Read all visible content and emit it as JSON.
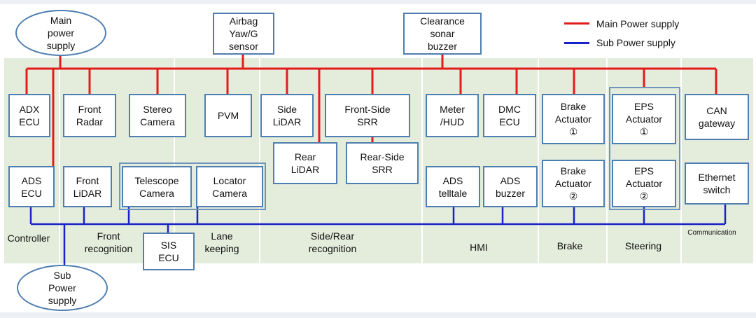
{
  "colors": {
    "main_power": "#e31b1b",
    "sub_power": "#1a22c8",
    "group_fill": "#e4ecdb",
    "box_border": "#4f7fb0"
  },
  "legend": {
    "main": "Main Power supply",
    "sub": "Sub Power supply"
  },
  "sources": {
    "main_power": "Main\npower\nsupply",
    "sub_power": "Sub\nPower\nsupply"
  },
  "groups": {
    "controller": "Controller",
    "front": "Front\nrecognition",
    "lane": "Lane\nkeeping",
    "side_rear": "Side/Rear\nrecognition",
    "hmi": "HMI",
    "brake": "Brake",
    "steering": "Steering",
    "communication": "Communication"
  },
  "components": {
    "airbag": "Airbag\nYaw/G\nsensor",
    "clearance": "Clearance\nsonar\nbuzzer",
    "adx_ecu": "ADX\nECU",
    "ads_ecu": "ADS\nECU",
    "front_radar": "Front\nRadar",
    "front_lidar": "Front\nLiDAR",
    "stereo_camera": "Stereo\nCamera",
    "telescope_camera": "Telescope\nCamera",
    "pvm": "PVM",
    "locator_camera": "Locator\nCamera",
    "sis_ecu": "SIS\nECU",
    "side_lidar": "Side\nLiDAR",
    "rear_lidar": "Rear\nLiDAR",
    "front_side_srr": "Front-Side\nSRR",
    "rear_side_srr": "Rear-Side\nSRR",
    "meter_hud": "Meter\n/HUD",
    "dmc_ecu": "DMC\nECU",
    "ads_telltale": "ADS\ntelltale",
    "ads_buzzer": "ADS\nbuzzer",
    "brake_actuator_1": "Brake\nActuator\n①",
    "brake_actuator_2": "Brake\nActuator\n②",
    "eps_actuator_1": "EPS\nActuator\n①",
    "eps_actuator_2": "EPS\nActuator\n②",
    "can_gateway": "CAN\ngateway",
    "ethernet_switch": "Ethernet\nswitch"
  }
}
